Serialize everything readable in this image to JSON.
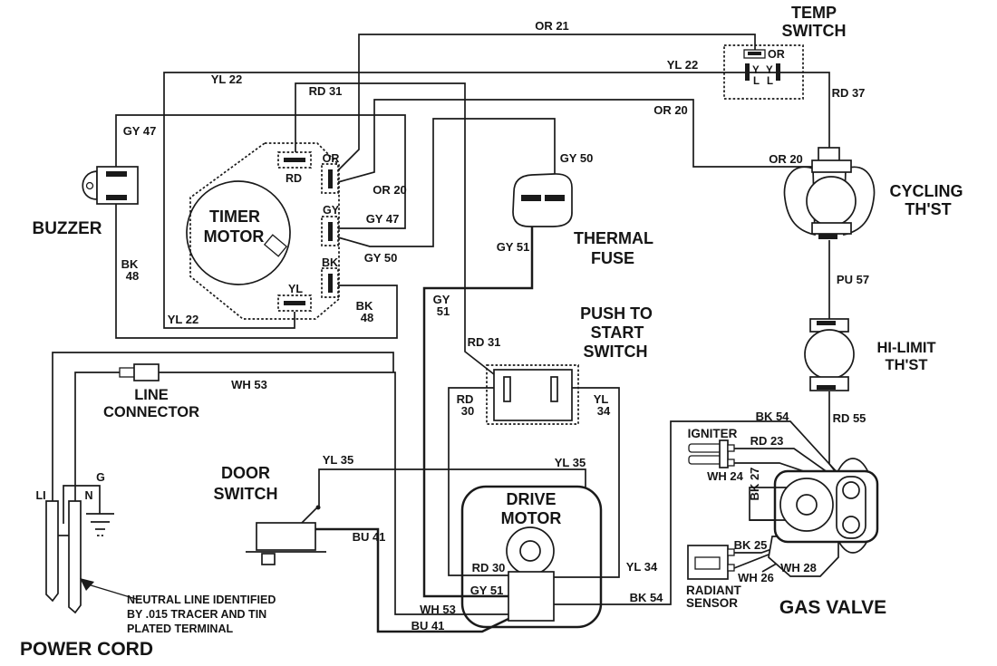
{
  "labels": {
    "or21": "OR 21",
    "yl22": "YL 22",
    "rd37": "RD 37",
    "rd31": "RD 31",
    "gy47": "GY 47",
    "or20": "OR 20",
    "gy50": "GY 50",
    "bk": "BK",
    "n48": "48",
    "pu57": "PU 57",
    "rd55": "RD 55",
    "gy51": "GY 51",
    "gy": "GY",
    "n51": "51",
    "rd30": "RD 30",
    "rd": "RD",
    "n30": "30",
    "yl34": "YL 34",
    "yl": "YL",
    "n34": "34",
    "wh53": "WH 53",
    "bu41": "BU 41",
    "yl35": "YL 35",
    "bk54": "BK 54",
    "rd23": "RD 23",
    "wh24": "WH 24",
    "bk27": "BK 27",
    "bk25": "BK 25",
    "wh26": "WH 26",
    "wh28": "WH 28",
    "or": "OR",
    "y": "Y",
    "l": "L",
    "li": "LI",
    "n": "N",
    "g": "G"
  },
  "components": {
    "temp_switch": {
      "l1": "TEMP",
      "l2": "SWITCH"
    },
    "cycling": {
      "l1": "CYCLING",
      "l2": "TH'ST"
    },
    "hi_limit": {
      "l1": "HI-LIMIT",
      "l2": "TH'ST"
    },
    "buzzer": {
      "l1": "BUZZER"
    },
    "timer": {
      "l1": "TIMER",
      "l2": "MOTOR"
    },
    "thermal_fuse": {
      "l1": "THERMAL",
      "l2": "FUSE"
    },
    "push_start": {
      "l1": "PUSH TO",
      "l2": "START",
      "l3": "SWITCH"
    },
    "line_connector": {
      "l1": "LINE",
      "l2": "CONNECTOR"
    },
    "door_switch": {
      "l1": "DOOR",
      "l2": "SWITCH"
    },
    "drive_motor": {
      "l1": "DRIVE",
      "l2": "MOTOR"
    },
    "igniter": {
      "l1": "IGNITER"
    },
    "radiant_sensor": {
      "l1": "RADIANT",
      "l2": "SENSOR"
    },
    "gas_valve": {
      "l1": "GAS VALVE"
    },
    "power_cord": {
      "l1": "POWER CORD"
    }
  },
  "note": {
    "l1": "NEUTRAL LINE IDENTIFIED",
    "l2": "BY .015 TRACER AND TIN",
    "l3": "PLATED TERMINAL"
  },
  "colors": {
    "ink": "#1a1a1a",
    "paper": "#ffffff"
  }
}
